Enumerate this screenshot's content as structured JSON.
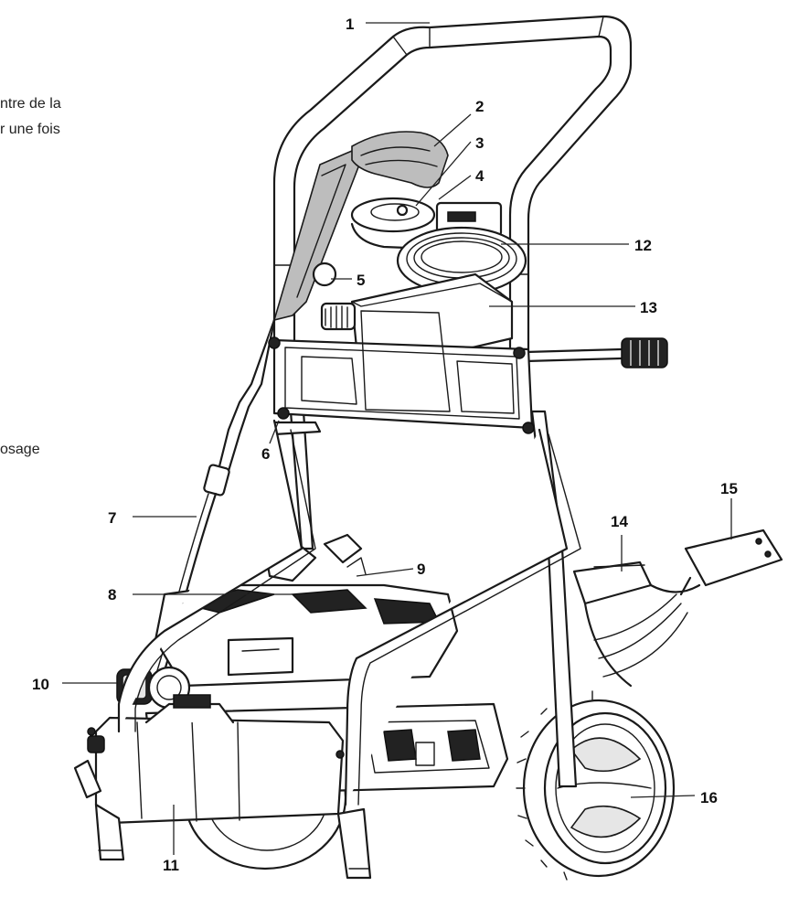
{
  "side_text": {
    "line1": "ntre de la",
    "line2": "r une fois",
    "line3": "osage"
  },
  "callouts": [
    {
      "id": "1",
      "label": "1"
    },
    {
      "id": "2",
      "label": "2"
    },
    {
      "id": "3",
      "label": "3"
    },
    {
      "id": "4",
      "label": "4"
    },
    {
      "id": "5",
      "label": "5"
    },
    {
      "id": "6",
      "label": "6"
    },
    {
      "id": "7",
      "label": "7"
    },
    {
      "id": "8",
      "label": "8"
    },
    {
      "id": "9",
      "label": "9"
    },
    {
      "id": "10",
      "label": "10"
    },
    {
      "id": "11",
      "label": "11"
    },
    {
      "id": "12",
      "label": "12"
    },
    {
      "id": "13",
      "label": "13"
    },
    {
      "id": "14",
      "label": "14"
    },
    {
      "id": "15",
      "label": "15"
    },
    {
      "id": "16",
      "label": "16"
    }
  ]
}
